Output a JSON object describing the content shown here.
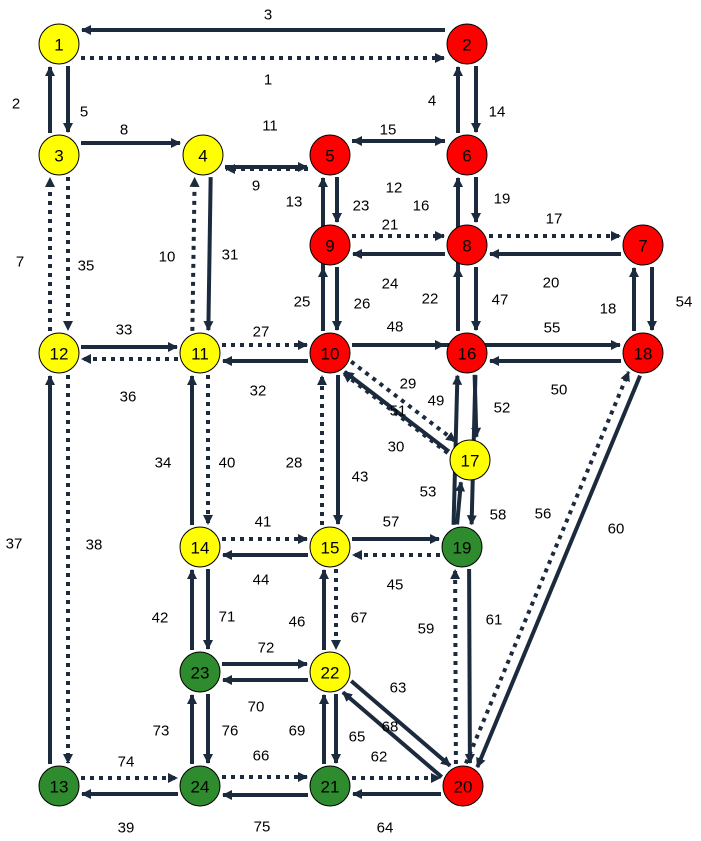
{
  "colors": {
    "edge": "#1b2a3c",
    "yellow": "#ffff00",
    "red": "#ff0000",
    "green": "#2e8b2e",
    "outline": "#000000"
  },
  "nodes": [
    {
      "id": "1",
      "label": "1",
      "color": "yellow"
    },
    {
      "id": "2",
      "label": "2",
      "color": "red"
    },
    {
      "id": "3",
      "label": "3",
      "color": "yellow"
    },
    {
      "id": "4",
      "label": "4",
      "color": "yellow"
    },
    {
      "id": "5",
      "label": "5",
      "color": "red"
    },
    {
      "id": "6",
      "label": "6",
      "color": "red"
    },
    {
      "id": "7",
      "label": "7",
      "color": "red"
    },
    {
      "id": "8",
      "label": "8",
      "color": "red"
    },
    {
      "id": "9",
      "label": "9",
      "color": "red"
    },
    {
      "id": "10",
      "label": "10",
      "color": "red"
    },
    {
      "id": "11",
      "label": "11",
      "color": "yellow"
    },
    {
      "id": "12",
      "label": "12",
      "color": "yellow"
    },
    {
      "id": "13",
      "label": "13",
      "color": "green"
    },
    {
      "id": "14",
      "label": "14",
      "color": "yellow"
    },
    {
      "id": "15",
      "label": "15",
      "color": "yellow"
    },
    {
      "id": "16",
      "label": "16",
      "color": "red"
    },
    {
      "id": "17",
      "label": "17",
      "color": "yellow"
    },
    {
      "id": "18",
      "label": "18",
      "color": "red"
    },
    {
      "id": "19",
      "label": "19",
      "color": "green"
    },
    {
      "id": "20",
      "label": "20",
      "color": "red"
    },
    {
      "id": "21",
      "label": "21",
      "color": "green"
    },
    {
      "id": "22",
      "label": "22",
      "color": "yellow"
    },
    {
      "id": "23",
      "label": "23",
      "color": "green"
    },
    {
      "id": "24",
      "label": "24",
      "color": "green"
    }
  ],
  "edges": [
    {
      "id": "1",
      "label": "1",
      "from": "1",
      "to": "2",
      "dashed": true
    },
    {
      "id": "2",
      "label": "2",
      "from": "1",
      "to": "3",
      "dashed": false
    },
    {
      "id": "3",
      "label": "3",
      "from": "2",
      "to": "1",
      "dashed": false
    },
    {
      "id": "4",
      "label": "4",
      "from": "2",
      "to": "6",
      "dashed": false
    },
    {
      "id": "5",
      "label": "5",
      "from": "3",
      "to": "1",
      "dashed": false
    },
    {
      "id": "7",
      "label": "7",
      "from": "3",
      "to": "12",
      "dashed": true
    },
    {
      "id": "8",
      "label": "8",
      "from": "3",
      "to": "4",
      "dashed": false
    },
    {
      "id": "9",
      "label": "9",
      "from": "4",
      "to": "5",
      "dashed": false
    },
    {
      "id": "10",
      "label": "10",
      "from": "11",
      "to": "4",
      "dashed": true
    },
    {
      "id": "11",
      "label": "11",
      "from": "5",
      "to": "4",
      "dashed": true
    },
    {
      "id": "12",
      "label": "12",
      "from": "6",
      "to": "5",
      "dashed": true
    },
    {
      "id": "13",
      "label": "13",
      "from": "5",
      "to": "9",
      "dashed": false
    },
    {
      "id": "14",
      "label": "14",
      "from": "6",
      "to": "2",
      "dashed": false
    },
    {
      "id": "15",
      "label": "15",
      "from": "5",
      "to": "6",
      "dashed": false
    },
    {
      "id": "16",
      "label": "16",
      "from": "16",
      "to": "6",
      "dashed": false
    },
    {
      "id": "17",
      "label": "17",
      "from": "8",
      "to": "7",
      "dashed": true
    },
    {
      "id": "18",
      "label": "18",
      "from": "18",
      "to": "7",
      "dashed": false
    },
    {
      "id": "19",
      "label": "19",
      "from": "6",
      "to": "8",
      "dashed": false
    },
    {
      "id": "20",
      "label": "20",
      "from": "7",
      "to": "8",
      "dashed": false
    },
    {
      "id": "21",
      "label": "21",
      "from": "9",
      "to": "8",
      "dashed": true
    },
    {
      "id": "22",
      "label": "22",
      "from": "8",
      "to": "16",
      "dashed": false
    },
    {
      "id": "23",
      "label": "23",
      "from": "10",
      "to": "5",
      "dashed": false
    },
    {
      "id": "24",
      "label": "24",
      "from": "8",
      "to": "9",
      "dashed": false
    },
    {
      "id": "25",
      "label": "25",
      "from": "10",
      "to": "9",
      "dashed": true
    },
    {
      "id": "26",
      "label": "26",
      "from": "9",
      "to": "10",
      "dashed": false
    },
    {
      "id": "27",
      "label": "27",
      "from": "10",
      "to": "11",
      "dashed": false
    },
    {
      "id": "28",
      "label": "28",
      "from": "10",
      "to": "15",
      "dashed": false
    },
    {
      "id": "29",
      "label": "29",
      "from": "17",
      "to": "10",
      "dashed": false
    },
    {
      "id": "30",
      "label": "30",
      "from": "10",
      "to": "17",
      "dashed": true
    },
    {
      "id": "31",
      "label": "31",
      "from": "4",
      "to": "11",
      "dashed": false
    },
    {
      "id": "32",
      "label": "32",
      "from": "11",
      "to": "10",
      "dashed": true
    },
    {
      "id": "33",
      "label": "33",
      "from": "12",
      "to": "11",
      "dashed": false
    },
    {
      "id": "34",
      "label": "34",
      "from": "14",
      "to": "11",
      "dashed": false
    },
    {
      "id": "35",
      "label": "35",
      "from": "12",
      "to": "3",
      "dashed": true
    },
    {
      "id": "36",
      "label": "36",
      "from": "11",
      "to": "12",
      "dashed": true
    },
    {
      "id": "37",
      "label": "37",
      "from": "13",
      "to": "12",
      "dashed": false
    },
    {
      "id": "38",
      "label": "38",
      "from": "12",
      "to": "13",
      "dashed": true
    },
    {
      "id": "39",
      "label": "39",
      "from": "13",
      "to": "24",
      "dashed": true
    },
    {
      "id": "40",
      "label": "40",
      "from": "11",
      "to": "14",
      "dashed": true
    },
    {
      "id": "41",
      "label": "41",
      "from": "15",
      "to": "14",
      "dashed": false
    },
    {
      "id": "42",
      "label": "42",
      "from": "14",
      "to": "23",
      "dashed": false
    },
    {
      "id": "43",
      "label": "43",
      "from": "15",
      "to": "10",
      "dashed": true
    },
    {
      "id": "44",
      "label": "44",
      "from": "14",
      "to": "15",
      "dashed": true
    },
    {
      "id": "45",
      "label": "45",
      "from": "19",
      "to": "15",
      "dashed": true
    },
    {
      "id": "46",
      "label": "46",
      "from": "22",
      "to": "15",
      "dashed": false
    },
    {
      "id": "47",
      "label": "47",
      "from": "16",
      "to": "8",
      "dashed": true
    },
    {
      "id": "48",
      "label": "48",
      "from": "10",
      "to": "16",
      "dashed": true
    },
    {
      "id": "49",
      "label": "49",
      "from": "19",
      "to": "16",
      "dashed": false
    },
    {
      "id": "50",
      "label": "50",
      "from": "10",
      "to": "18",
      "dashed": false
    },
    {
      "id": "51",
      "label": "51",
      "from": "17",
      "to": "10",
      "dashed": true
    },
    {
      "id": "52",
      "label": "52",
      "from": "16",
      "to": "17",
      "dashed": false
    },
    {
      "id": "53",
      "label": "53",
      "from": "16",
      "to": "19",
      "dashed": false
    },
    {
      "id": "54",
      "label": "54",
      "from": "7",
      "to": "18",
      "dashed": false
    },
    {
      "id": "55",
      "label": "55",
      "from": "18",
      "to": "16",
      "dashed": false
    },
    {
      "id": "56",
      "label": "56",
      "from": "20",
      "to": "18",
      "dashed": true
    },
    {
      "id": "57",
      "label": "57",
      "from": "15",
      "to": "19",
      "dashed": false
    },
    {
      "id": "58",
      "label": "58",
      "from": "19",
      "to": "17",
      "dashed": false
    },
    {
      "id": "59",
      "label": "59",
      "from": "20",
      "to": "19",
      "dashed": true
    },
    {
      "id": "60",
      "label": "60",
      "from": "18",
      "to": "20",
      "dashed": false
    },
    {
      "id": "61",
      "label": "61",
      "from": "19",
      "to": "20",
      "dashed": false
    },
    {
      "id": "62",
      "label": "62",
      "from": "20",
      "to": "21",
      "dashed": false
    },
    {
      "id": "63",
      "label": "63",
      "from": "22",
      "to": "20",
      "dashed": false
    },
    {
      "id": "64",
      "label": "64",
      "from": "21",
      "to": "20",
      "dashed": true
    },
    {
      "id": "65",
      "label": "65",
      "from": "21",
      "to": "22",
      "dashed": false
    },
    {
      "id": "66",
      "label": "66",
      "from": "24",
      "to": "21",
      "dashed": true
    },
    {
      "id": "67",
      "label": "67",
      "from": "15",
      "to": "22",
      "dashed": true
    },
    {
      "id": "68",
      "label": "68",
      "from": "20",
      "to": "22",
      "dashed": false
    },
    {
      "id": "69",
      "label": "69",
      "from": "22",
      "to": "21",
      "dashed": false
    },
    {
      "id": "70",
      "label": "70",
      "from": "23",
      "to": "22",
      "dashed": false
    },
    {
      "id": "71",
      "label": "71",
      "from": "23",
      "to": "14",
      "dashed": false
    },
    {
      "id": "72",
      "label": "72",
      "from": "22",
      "to": "23",
      "dashed": false
    },
    {
      "id": "73",
      "label": "73",
      "from": "24",
      "to": "23",
      "dashed": false
    },
    {
      "id": "74",
      "label": "74",
      "from": "24",
      "to": "13",
      "dashed": false
    },
    {
      "id": "75",
      "label": "75",
      "from": "21",
      "to": "24",
      "dashed": false
    },
    {
      "id": "76",
      "label": "76",
      "from": "23",
      "to": "24",
      "dashed": false
    }
  ]
}
